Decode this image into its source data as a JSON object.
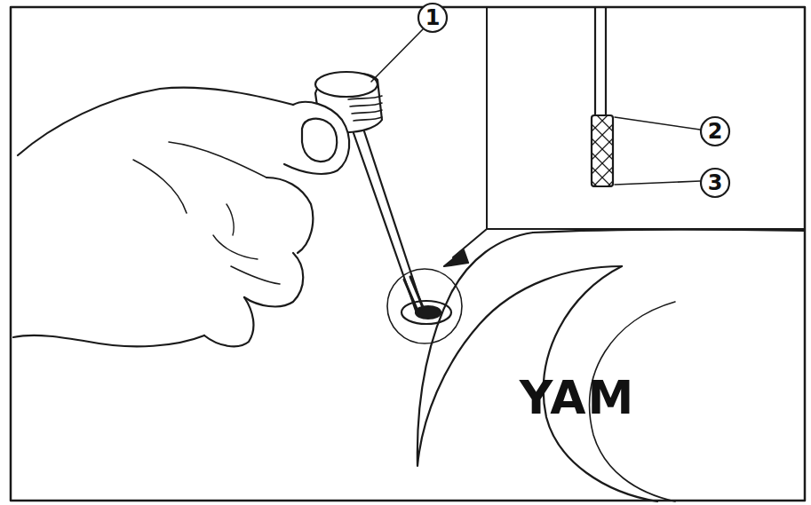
{
  "diagram": {
    "labels": [
      "1",
      "2",
      "3",
      "YAM"
    ]
  }
}
